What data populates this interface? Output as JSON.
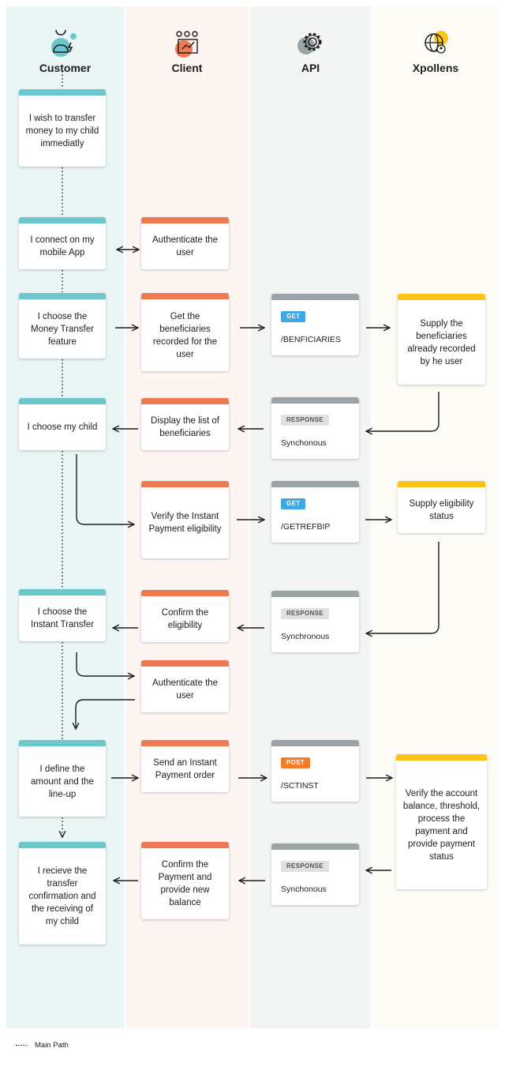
{
  "lanes": {
    "customer": {
      "title": "Customer",
      "icon": "customer-icon",
      "color": "#6cc7cc"
    },
    "client": {
      "title": "Client",
      "icon": "client-icon",
      "color": "#ee7a52"
    },
    "api": {
      "title": "API",
      "icon": "api-gear-icon",
      "color": "#9aa4a7"
    },
    "xpollens": {
      "title": "Xpollens",
      "icon": "xpollens-globe-icon",
      "color": "#fcc419"
    }
  },
  "customer_steps": {
    "s1": "I wish to transfer money to my child immediatly",
    "s2": "I connect on my mobile App",
    "s3": "I choose the Money Transfer feature",
    "s4": "I choose my child",
    "s5": "I choose the Instant Transfer",
    "s6": "I define the amount and the line-up",
    "s7": "I recieve the transfer confirmation and the receiving of my child"
  },
  "client_steps": {
    "s1": "Authenticate the user",
    "s2": "Get the beneficiaries recorded for the user",
    "s3": "Display the list of beneficiaries",
    "s4": "Verify the Instant Payment eligibility",
    "s5": "Confirm the eligibility",
    "s6": "Authenticate the user",
    "s7": "Send an Instant Payment order",
    "s8": "Confirm the Payment and provide new balance"
  },
  "api_steps": {
    "s1": {
      "method": "GET",
      "text": "/BENFICIARIES"
    },
    "s2": {
      "method": "RESPONSE",
      "text": "Synchonous"
    },
    "s3": {
      "method": "GET",
      "text": "/GETREFBIP"
    },
    "s4": {
      "method": "RESPONSE",
      "text": "Synchronous"
    },
    "s5": {
      "method": "POST",
      "text": "/SCTINST"
    },
    "s6": {
      "method": "RESPONSE",
      "text": "Synchonous"
    }
  },
  "xpollens_steps": {
    "s1": "Supply the beneficiaries already recorded by he user",
    "s2": "Supply eligibility status",
    "s3": "Verify the account balance, threshold, process the payment and provide payment status"
  },
  "legend": {
    "main_path": "Main Path"
  },
  "colors": {
    "get": "#3fa7e1",
    "post": "#f07c2c",
    "response": "#e0e0e0"
  }
}
